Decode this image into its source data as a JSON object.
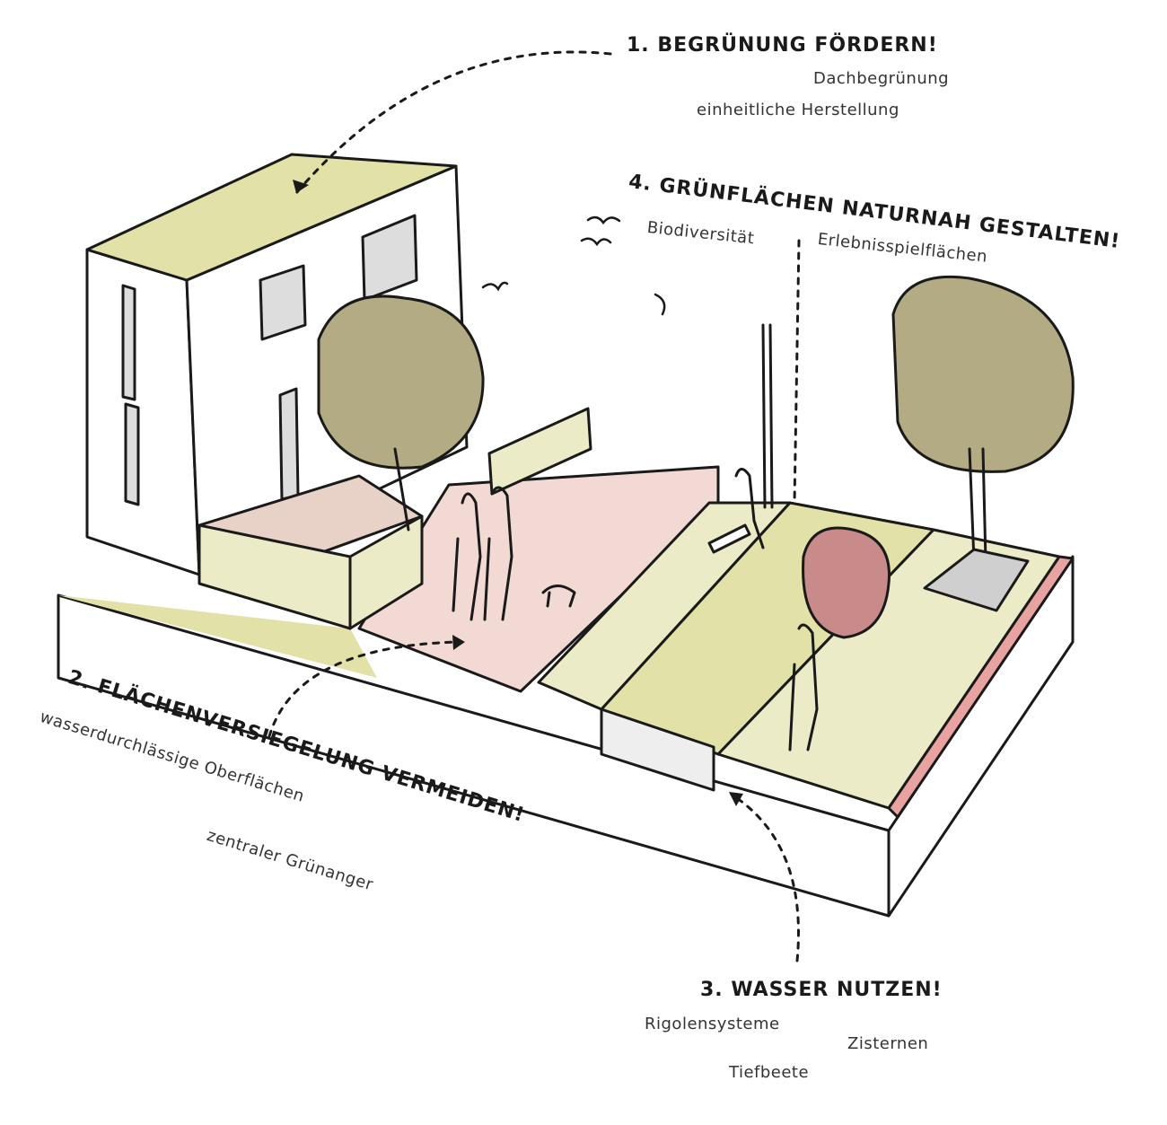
{
  "principles": [
    {
      "title": "1. BEGRÜNUNG FÖRDERN!",
      "items": [
        "Dachbegrünung",
        "einheitliche Herstellung"
      ]
    },
    {
      "title": "2. FLÄCHENVERSIEGELUNG VERMEIDEN!",
      "items": [
        "wasserdurchlässige Oberflächen",
        "zentraler Grünanger"
      ]
    },
    {
      "title": "3. WASSER NUTZEN!",
      "items": [
        "Rigolensysteme",
        "Zisternen",
        "Tiefbeete"
      ]
    },
    {
      "title": "4. GRÜNFLÄCHEN NATURNAH GESTALTEN!",
      "items": [
        "Biodiversität",
        "Erlebnisspielflächen"
      ]
    }
  ],
  "colors": {
    "green": "#e2e2a8",
    "green_light": "#ecebc8",
    "pink": "#f3d9d4",
    "tree": "#b3ab84",
    "red_shrub": "#c98a8a",
    "brick": "#e8a3a0",
    "window": "#dddddd"
  }
}
